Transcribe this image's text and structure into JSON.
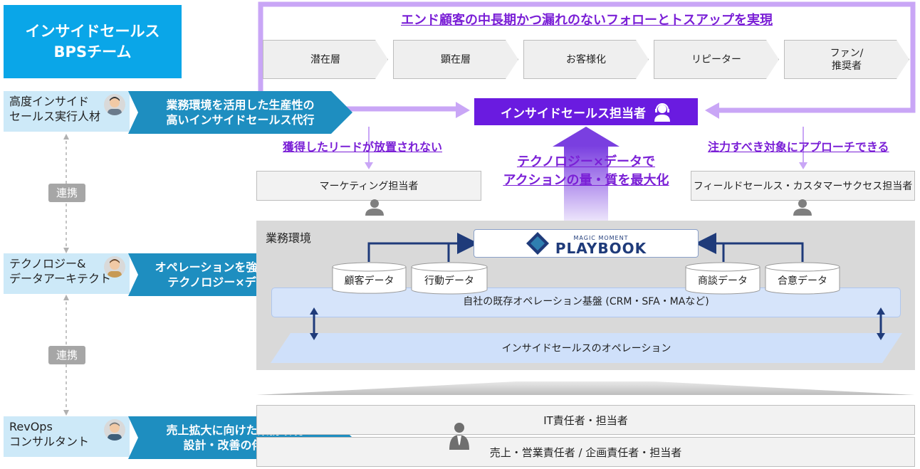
{
  "team": {
    "line1": "インサイドセールス",
    "line2": "BPSチーム"
  },
  "roles": [
    {
      "line1": "高度インサイド",
      "line2": "セールス実行人材",
      "ribbon1": "業務環境を活用した生産性の",
      "ribbon2": "高いインサイドセールス代行"
    },
    {
      "line1": "テクノロジー&",
      "line2": "データアーキテクト",
      "ribbon1": "オペレーションを強化するための",
      "ribbon2": "テクノロジー×データの統合"
    },
    {
      "line1": "RevOps",
      "line2": "コンサルタント",
      "ribbon1": "売上拡大に向けた業務環境の",
      "ribbon2": "設計・改善の伴走支援"
    }
  ],
  "renkei": [
    "連携",
    "連携"
  ],
  "top_title": "エンド顧客の中長期かつ漏れのないフォローとトスアップを実現",
  "stages": [
    {
      "line1": "潜在層",
      "line2": ""
    },
    {
      "line1": "顕在層",
      "line2": ""
    },
    {
      "line1": "お客様化",
      "line2": ""
    },
    {
      "line1": "リピーター",
      "line2": ""
    },
    {
      "line1": "ファン/",
      "line2": "推奨者"
    }
  ],
  "inside_sales": "インサイドセールス担当者",
  "left_label": "獲得したリードが放置されない",
  "right_label": "注力すべき対象にアプローチできる",
  "center_label1": "テクノロジー×データで",
  "center_label2": "アクションの量・質を最大化",
  "marketing": "マーケティング担当者",
  "field_sales": "フィールドセールス・カスタマーサクセス担当者",
  "panel_title": "業務環境",
  "playbook": {
    "small": "MAGIC MOMENT",
    "big": "PLAYBOOK"
  },
  "data_stores": [
    "顧客データ",
    "行動データ",
    "商談データ",
    "合意データ"
  ],
  "platform": "自社の既存オペレーション基盤 (CRM・SFA・MAなど)",
  "operation": "インサイドセールスのオペレーション",
  "managers": [
    "IT責任者・担当者",
    "売上・営業責任者 / 企画責任者・担当者"
  ],
  "colors": {
    "accent_purple": "#7a1fd6",
    "team_blue": "#0aa6e8",
    "ribbon_blue": "#1e8ec0",
    "navy": "#1f3b7a"
  }
}
